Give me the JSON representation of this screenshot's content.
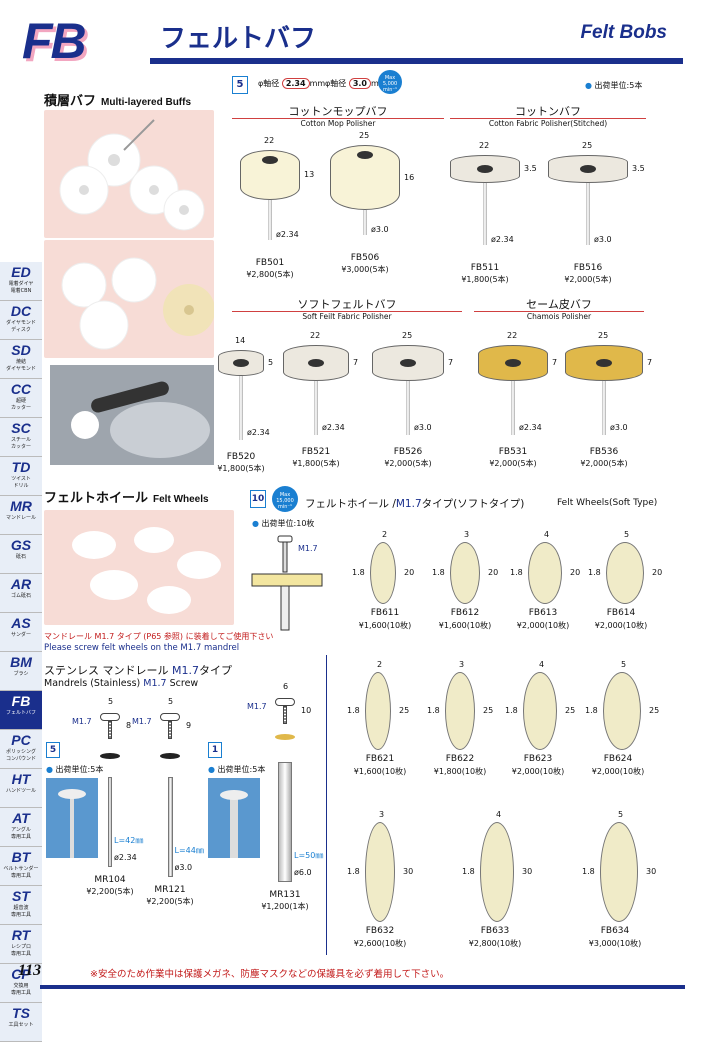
{
  "header": {
    "code": "FB",
    "title_jp": "フェルトバフ",
    "title_en": "Felt Bobs"
  },
  "sidebar": [
    {
      "code": "ED",
      "sub": "電着ダイヤ\n電着CBN"
    },
    {
      "code": "DC",
      "sub": "ダイヤモンド\nディスク"
    },
    {
      "code": "SD",
      "sub": "焼結\nダイヤモンド"
    },
    {
      "code": "CC",
      "sub": "超硬\nカッター"
    },
    {
      "code": "SC",
      "sub": "スチール\nカッター"
    },
    {
      "code": "TD",
      "sub": "ツイスト\nドリル"
    },
    {
      "code": "MR",
      "sub": "マンドレール"
    },
    {
      "code": "GS",
      "sub": "砥石"
    },
    {
      "code": "AR",
      "sub": "ゴム砥石"
    },
    {
      "code": "AS",
      "sub": "サンダー"
    },
    {
      "code": "BM",
      "sub": "ブラシ"
    },
    {
      "code": "FB",
      "sub": "フェルトバフ"
    },
    {
      "code": "PC",
      "sub": "ポリッシング\nコンパウンド"
    },
    {
      "code": "HT",
      "sub": "ハンドツール"
    },
    {
      "code": "AT",
      "sub": "アングル\n専用工具"
    },
    {
      "code": "BT",
      "sub": "ベルトサンダー\n専用工具"
    },
    {
      "code": "ST",
      "sub": "超音波\n専用工具"
    },
    {
      "code": "RT",
      "sub": "レシプロ\n専用工具"
    },
    {
      "code": "CP",
      "sub": "交換用\n専用工具"
    },
    {
      "code": "TS",
      "sub": "工具セット"
    }
  ],
  "multi": {
    "title_jp": "積層バフ",
    "title_en": "Multi-layered Buffs",
    "pack_icon": "5",
    "shaft_label1": "φ軸径",
    "shaft1": "2.34",
    "unit_mm": "mm",
    "shaft_label2": "φ軸径",
    "shaft2": "3.0",
    "max_speed": "Max 5,000 min⁻¹",
    "ship_unit": "出荷単位:5本",
    "groups": [
      {
        "jp": "コットンモップバフ",
        "en": "Cotton Mop Polisher"
      },
      {
        "jp": "コットンバフ",
        "en": "Cotton Fabric Polisher(Stitched)"
      },
      {
        "jp": "ソフトフェルトバフ",
        "en": "Soft Feilt Fabric Polisher"
      },
      {
        "jp": "セーム皮バフ",
        "en": "Chamois Polisher"
      }
    ],
    "products": [
      {
        "name": "FB501",
        "price": "¥2,800(5本)",
        "w": "22",
        "h": "13",
        "shaft": "ø2.34"
      },
      {
        "name": "FB506",
        "price": "¥3,000(5本)",
        "w": "25",
        "h": "16",
        "shaft": "ø3.0"
      },
      {
        "name": "FB511",
        "price": "¥1,800(5本)",
        "w": "22",
        "h": "3.5",
        "shaft": "ø2.34"
      },
      {
        "name": "FB516",
        "price": "¥2,000(5本)",
        "w": "25",
        "h": "3.5",
        "shaft": "ø3.0"
      },
      {
        "name": "FB520",
        "price": "¥1,800(5本)",
        "w": "14",
        "h": "5",
        "shaft": "ø2.34"
      },
      {
        "name": "FB521",
        "price": "¥1,800(5本)",
        "w": "22",
        "h": "7",
        "shaft": "ø2.34"
      },
      {
        "name": "FB526",
        "price": "¥2,000(5本)",
        "w": "25",
        "h": "7",
        "shaft": "ø3.0"
      },
      {
        "name": "FB531",
        "price": "¥2,000(5本)",
        "w": "22",
        "h": "7",
        "shaft": "ø2.34"
      },
      {
        "name": "FB536",
        "price": "¥2,000(5本)",
        "w": "25",
        "h": "7",
        "shaft": "ø3.0"
      }
    ]
  },
  "wheels": {
    "title_jp": "フェルトホイール",
    "title_en": "Felt Wheels",
    "pack_icon": "10",
    "max_speed": "Max 15,000 min⁻¹",
    "type_jp": "フェルトホイール /",
    "type_mid": "M1.7",
    "type_jp2": "タイプ(ソフトタイプ)",
    "type_en": "Felt Wheels(Soft Type)",
    "ship_unit": "出荷単位:10枚",
    "m17": "M1.7",
    "note_jp": "マンドレール M1.7 タイプ (P65 参照) に装着してご使用下さい",
    "note_en": "Please screw felt wheels on the M1.7 mandrel",
    "products": [
      {
        "name": "FB611",
        "price": "¥1,600(10枚)",
        "t": "2",
        "d": "20",
        "hole": "1.8"
      },
      {
        "name": "FB612",
        "price": "¥1,600(10枚)",
        "t": "3",
        "d": "20",
        "hole": "1.8"
      },
      {
        "name": "FB613",
        "price": "¥2,000(10枚)",
        "t": "4",
        "d": "20",
        "hole": "1.8"
      },
      {
        "name": "FB614",
        "price": "¥2,000(10枚)",
        "t": "5",
        "d": "20",
        "hole": "1.8"
      },
      {
        "name": "FB621",
        "price": "¥1,600(10枚)",
        "t": "2",
        "d": "25",
        "hole": "1.8"
      },
      {
        "name": "FB622",
        "price": "¥1,800(10枚)",
        "t": "3",
        "d": "25",
        "hole": "1.8"
      },
      {
        "name": "FB623",
        "price": "¥2,000(10枚)",
        "t": "4",
        "d": "25",
        "hole": "1.8"
      },
      {
        "name": "FB624",
        "price": "¥2,000(10枚)",
        "t": "5",
        "d": "25",
        "hole": "1.8"
      },
      {
        "name": "FB632",
        "price": "¥2,600(10枚)",
        "t": "3",
        "d": "30",
        "hole": "1.8"
      },
      {
        "name": "FB633",
        "price": "¥2,800(10枚)",
        "t": "4",
        "d": "30",
        "hole": "1.8"
      },
      {
        "name": "FB634",
        "price": "¥3,000(10枚)",
        "t": "5",
        "d": "30",
        "hole": "1.8"
      }
    ]
  },
  "mandrels": {
    "title_jp": "ステンレス マンドレール",
    "title_mid": "M1.7",
    "title_jp2": "タイプ",
    "title_en": "Mandrels (Stainless)",
    "title_en_mid": "M1.7",
    "title_en2": "Screw",
    "pack5": "5",
    "pack1": "1",
    "ship5": "出荷単位:5本",
    "ship5b": "出荷単位:5本",
    "products": [
      {
        "name": "MR104",
        "price": "¥2,200(5本)",
        "L": "L=42㎜",
        "shaft": "ø2.34",
        "head": "5",
        "len": "8",
        "m": "M1.7"
      },
      {
        "name": "MR121",
        "price": "¥2,200(5本)",
        "L": "L=44㎜",
        "shaft": "ø3.0",
        "head": "5",
        "len": "9",
        "m": "M1.7"
      },
      {
        "name": "MR131",
        "price": "¥1,200(1本)",
        "L": "L=50㎜",
        "shaft": "ø6.0",
        "head": "6",
        "len": "10",
        "m": "M1.7"
      }
    ]
  },
  "footer": {
    "page": "113",
    "warning": "※安全のため作業中は保護メガネ、防塵マスクなどの保護具を必ず着用して下さい。"
  },
  "colors": {
    "brand": "#1a2f8c",
    "accent_pink": "#f2a6c0",
    "warning": "#c21a1a",
    "link_blue": "#1a7fd1"
  }
}
